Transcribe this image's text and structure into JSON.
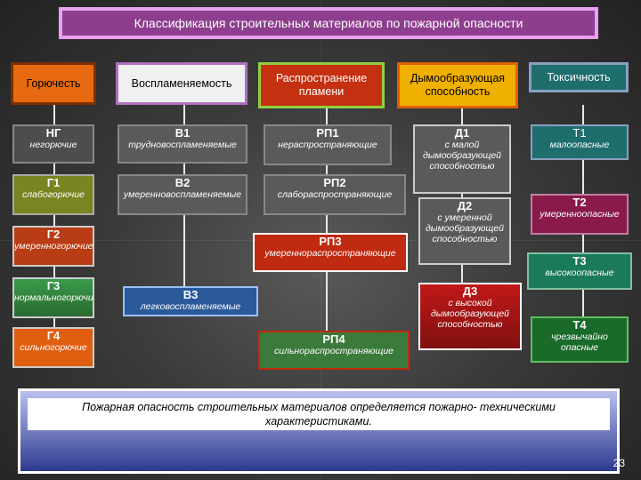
{
  "title": "Классификация строительных материалов по пожарной опасности",
  "headers": {
    "gorucest": "Горючесть",
    "vospl": "Воспламеняемость",
    "rasp": "Распространение пламени",
    "dym": "Дымообразующая способность",
    "toks": "Токсичность"
  },
  "gor": {
    "ng": {
      "code": "НГ",
      "desc": "негорючие"
    },
    "g1": {
      "code": "Г1",
      "desc": "слабогорючие"
    },
    "g2": {
      "code": "Г2",
      "desc": "умеренногорючие"
    },
    "g3": {
      "code": "Г3",
      "desc": "нормальногорючие"
    },
    "g4": {
      "code": "Г4",
      "desc": "сильногорючие"
    }
  },
  "vos": {
    "v1": {
      "code": "В1",
      "desc": "трудновоспламеняемые"
    },
    "v2": {
      "code": "В2",
      "desc": "умеренновоспламеняемые"
    },
    "v3": {
      "code": "В3",
      "desc": "легковоспламеняемые"
    }
  },
  "rp": {
    "rp1": {
      "code": "РП1",
      "desc": "нераспространяющие"
    },
    "rp2": {
      "code": "РП2",
      "desc": "слабораспространяющие"
    },
    "rp3": {
      "code": "РП3",
      "desc": "умереннораспространяющие"
    },
    "rp4": {
      "code": "РП4",
      "desc": "сильнораспространяющие"
    }
  },
  "d": {
    "d1": {
      "code": "Д1",
      "desc": "с малой дымообразующей способностью"
    },
    "d2": {
      "code": "Д2",
      "desc": "с умеренной дымообразующей способностью"
    },
    "d3": {
      "code": "Д3",
      "desc": "с высокой дымообразующей способностью"
    }
  },
  "t": {
    "t1": {
      "code": "Т1",
      "desc": "малоопасные"
    },
    "t2": {
      "code": "Т2",
      "desc": "умеренноопасные"
    },
    "t3": {
      "code": "Т3",
      "desc": "высокоопасные"
    },
    "t4": {
      "code": "Т4",
      "desc": "чрезвычайно опасные"
    }
  },
  "footer": "Пожарная опасность строительных материалов определяется пожарно- техническими характеристиками.",
  "page_number": "23"
}
